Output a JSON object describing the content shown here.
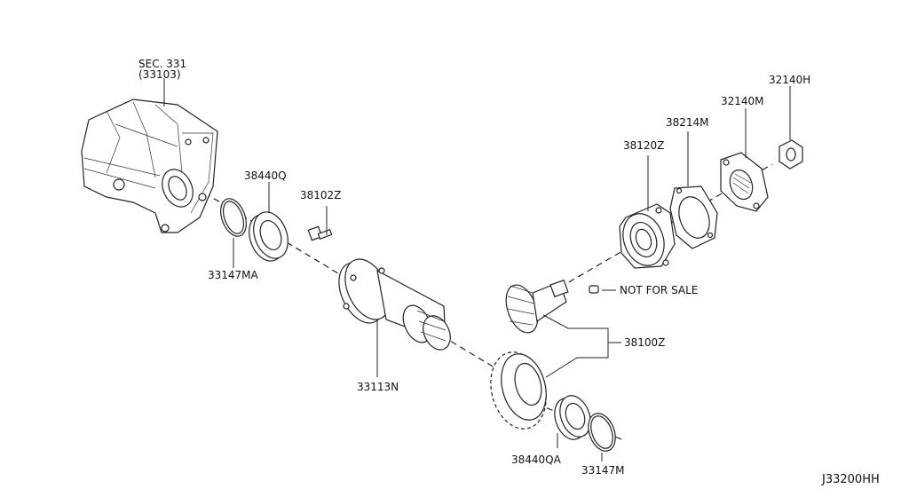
{
  "diagram": {
    "labels": {
      "sec": "SEC. 331",
      "sec_sub": "(33103)",
      "p38440q": "38440Q",
      "p33147ma": "33147MA",
      "p38102z": "38102Z",
      "p33113n": "33113N",
      "p38120z": "38120Z",
      "p38214m": "38214M",
      "p32140m": "32140M",
      "p32140h": "32140H",
      "nfs": "NOT FOR SALE",
      "p38100z": "38100Z",
      "p38440qa": "38440QA",
      "p33147m": "33147M",
      "code": "J33200HH"
    }
  }
}
